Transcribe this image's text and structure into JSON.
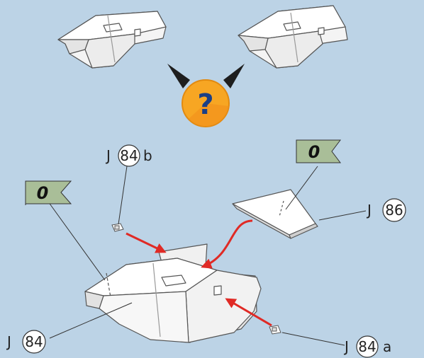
{
  "question_icon": {
    "symbol": "?"
  },
  "flags": [
    {
      "id": "flag-left",
      "text": "0"
    },
    {
      "id": "flag-right",
      "text": "0"
    }
  ],
  "callouts": [
    {
      "id": "callout-84b",
      "prefix": "J",
      "number": "84",
      "suffix": "b"
    },
    {
      "id": "callout-86",
      "prefix": "J",
      "number": "86",
      "suffix": ""
    },
    {
      "id": "callout-84",
      "prefix": "J",
      "number": "84",
      "suffix": ""
    },
    {
      "id": "callout-84a",
      "prefix": "J",
      "number": "84",
      "suffix": "a"
    }
  ],
  "colors": {
    "background": "#bcd3e6",
    "flag": "#a9be98",
    "arrow": "#e02a25",
    "icon_orange": "#f7a623",
    "icon_ears": "#1e1e1e",
    "part_fill": "#ffffff",
    "part_stroke": "#555555"
  }
}
